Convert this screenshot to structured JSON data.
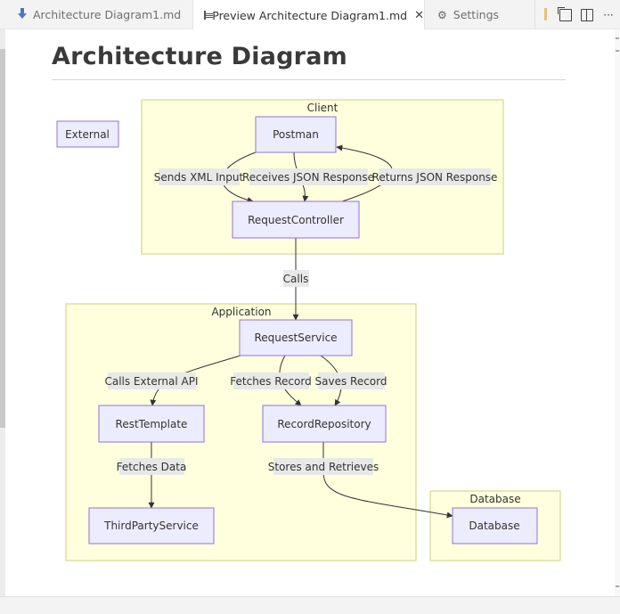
{
  "tabs": [
    {
      "label": "Architecture Diagram1.md",
      "icon": "markdown-icon",
      "active": false
    },
    {
      "label": "Preview Architecture Diagram1.md",
      "icon": "preview-icon",
      "active": true,
      "close": "✕"
    },
    {
      "label": "Settings",
      "icon": "settings-icon",
      "active": false
    }
  ],
  "actions": {
    "more": "···"
  },
  "page": {
    "title": "Architecture Diagram"
  },
  "diagram": {
    "clusters": {
      "client": "Client",
      "application": "Application",
      "database": "Database"
    },
    "nodes": {
      "external": "External",
      "postman": "Postman",
      "request_controller": "RequestController",
      "request_service": "RequestService",
      "rest_template": "RestTemplate",
      "record_repository": "RecordRepository",
      "third_party_service": "ThirdPartyService",
      "database": "Database"
    },
    "edges": {
      "sends_xml": "Sends XML Input",
      "receives_json": "Receives JSON Response",
      "returns_json": "Returns JSON Response",
      "calls": "Calls",
      "calls_external": "Calls External API",
      "fetches_record": "Fetches Record",
      "saves_record": "Saves Record",
      "fetches_data": "Fetches Data",
      "stores_retrieves": "Stores and Retrieves"
    }
  }
}
